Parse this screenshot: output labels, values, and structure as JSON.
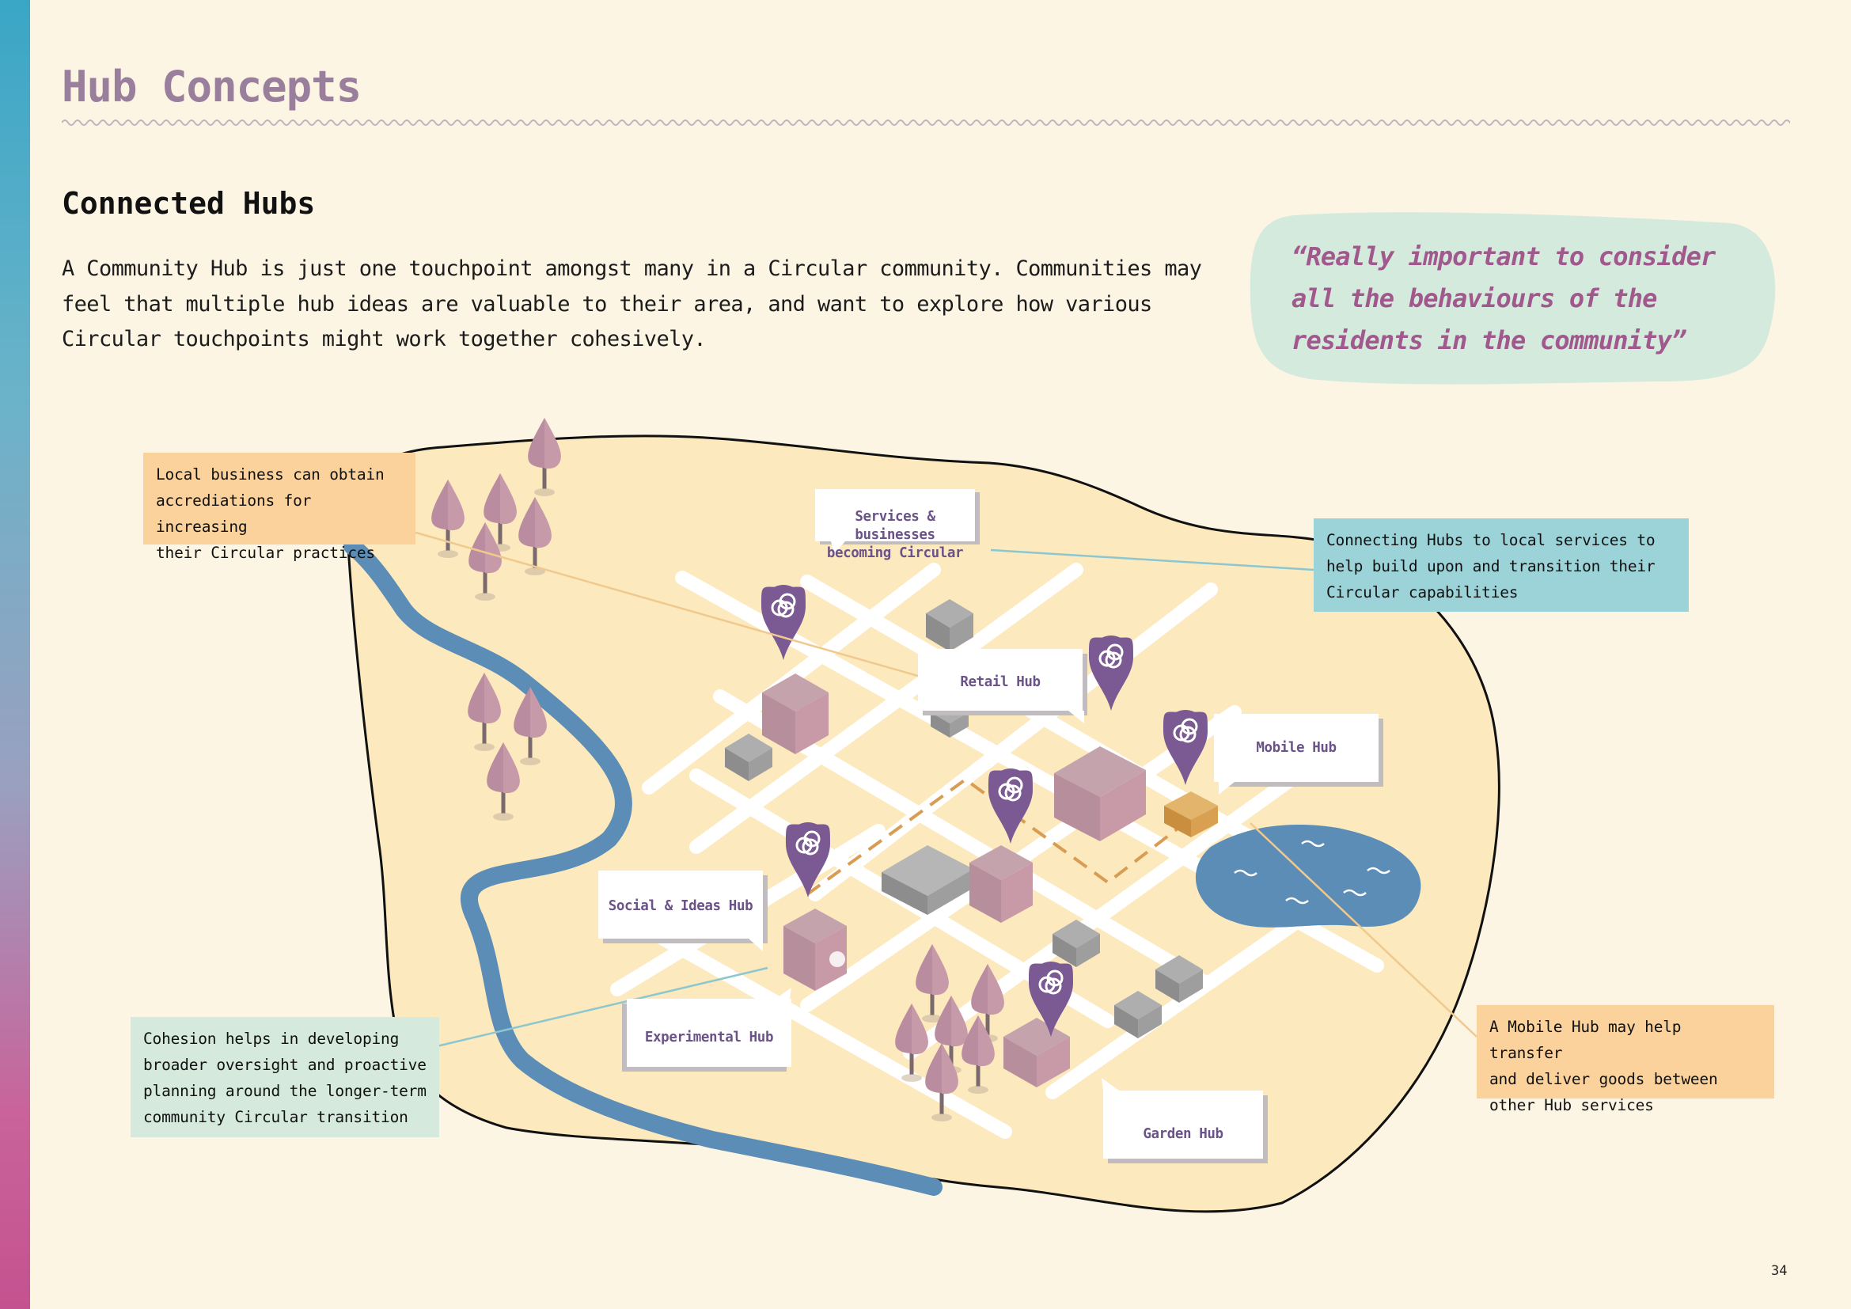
{
  "header": {
    "title": "Hub Concepts"
  },
  "section": {
    "title": "Connected Hubs",
    "intro_line1": "A Community Hub is just one touchpoint amongst many in a Circular community. Communities may",
    "intro_line2": "feel that multiple hub ideas are valuable to their area, and want to explore how various",
    "intro_line3": "Circular touchpoints might work together cohesively."
  },
  "quote": {
    "line1": "“Really important to consider",
    "line2": "all the behaviours of the",
    "line3": "residents in the community”"
  },
  "callouts": {
    "local_business": [
      "Local business can obtain",
      "accrediations for increasing",
      "their Circular practices"
    ],
    "connecting": [
      "Connecting Hubs to local services to",
      "help build upon and transition their",
      "Circular capabilities"
    ],
    "cohesion": [
      "Cohesion helps in developing",
      "broader oversight and proactive",
      "planning around the longer-term",
      "community Circular transition"
    ],
    "mobile": [
      "A Mobile Hub may help transfer",
      "and deliver goods between",
      "other Hub services"
    ]
  },
  "hubs": {
    "services": [
      "Services & businesses",
      "becoming Circular"
    ],
    "retail": "Retail Hub",
    "mobile": "Mobile Hub",
    "social": "Social & Ideas Hub",
    "experimental": "Experimental Hub",
    "garden": "Garden Hub"
  },
  "colors": {
    "background": "#fdf5e4",
    "title": "#9a7f9c",
    "quote_text": "#a0588d",
    "quote_bg": "#d4eadc",
    "pin": "#7b5a93",
    "river": "#5b8db7",
    "island": "#fce9bd",
    "callout_orange": "#fbd29b",
    "callout_blue": "#9bd3d9",
    "callout_green": "#d5eadc"
  },
  "page_number": "34"
}
